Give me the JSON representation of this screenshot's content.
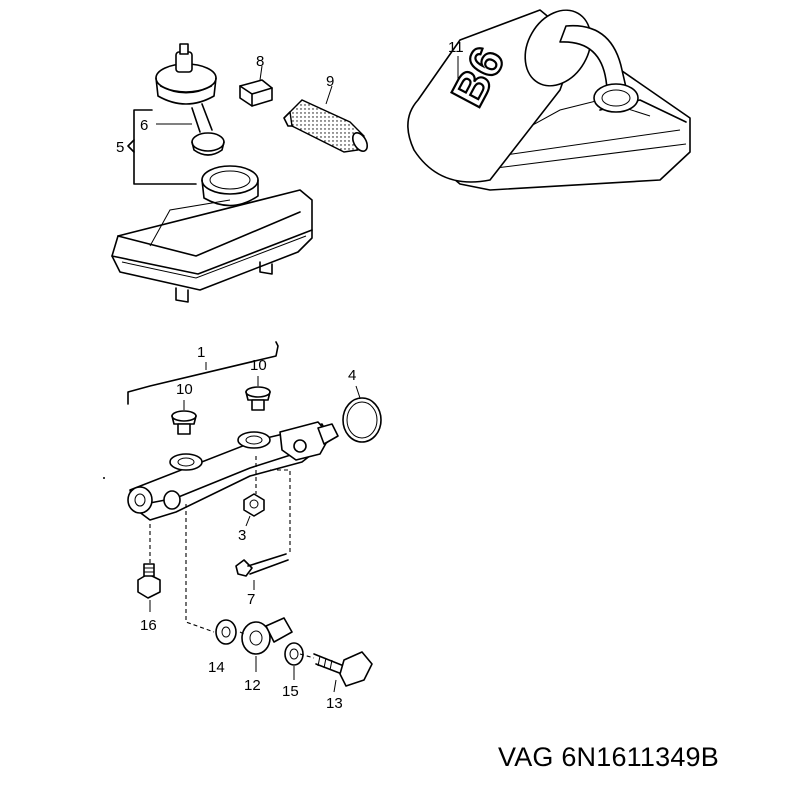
{
  "caption": {
    "brand": "VAG",
    "part_number": "6N1611349B"
  },
  "bottle_text": "B6",
  "callouts": {
    "c1": "1",
    "c3": "3",
    "c4": "4",
    "c5": "5",
    "c6": "6",
    "c7": "7",
    "c8": "8",
    "c9": "9",
    "c10a": "10",
    "c10b": "10",
    "c11": "11",
    "c12": "12",
    "c13": "13",
    "c14": "14",
    "c15": "15",
    "c16": "16"
  }
}
